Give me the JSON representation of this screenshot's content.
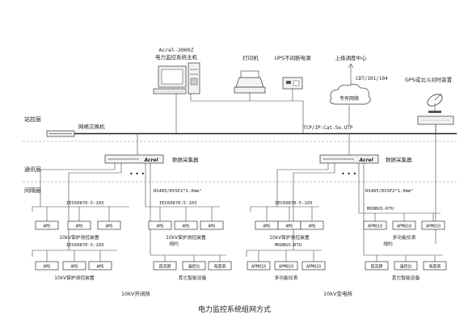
{
  "layers": {
    "station": "站控层",
    "comm": "通讯层",
    "bay": "间隔层"
  },
  "top": {
    "host_line1": "Acrel-2000Z",
    "host_line2": "电力监控系统主机",
    "printer": "打印机",
    "ups": "UPS不间断电源",
    "dispatch": "上级调度中心",
    "protocols": "CDT/101/104",
    "network": "专有网络",
    "gps": "GPS或北斗对时装置"
  },
  "network": {
    "switch": "网络交换机",
    "tcp": "TCP/IP:Cat.5e.UTP"
  },
  "collectors": {
    "left_label": "数据采集器",
    "right_label": "数据采集器",
    "brand": "Acrel",
    "rs485_left": "RS485/RVSP2*1.0mm²",
    "rs485_right": "RS485/RVSP2*1.0mm²"
  },
  "left": {
    "iec_a": "IEC60870-5-103",
    "iec_b": "IEC60870-5-103",
    "iec_c": "IEC60870-5-103",
    "ams": "AMS",
    "prot_a": "10kV保护测控装置",
    "prot_b": "10kV保护测控装置",
    "prot_c": "10kV保护测控装置",
    "meter1": "直流屏",
    "meter2": "温控仪",
    "meter3": "电度表",
    "smart": "其它智能设备",
    "site": "10kV开闭所",
    "protocol_label": "规约"
  },
  "right": {
    "iec": "IEC60870-5-103",
    "modbus_a": "MODBUS-RTU",
    "modbus_b": "MODBUS-RTU",
    "ams": "AMS",
    "prot": "10kV保护测控装置",
    "apm": "APM810",
    "multi": "多功能仪表",
    "meter1": "直流屏",
    "meter2": "温控仪",
    "meter3": "电度表",
    "smart": "其它智能设备",
    "site": "10kV变电所",
    "protocol_label": "规约"
  },
  "title": "电力监控系统组网方式"
}
